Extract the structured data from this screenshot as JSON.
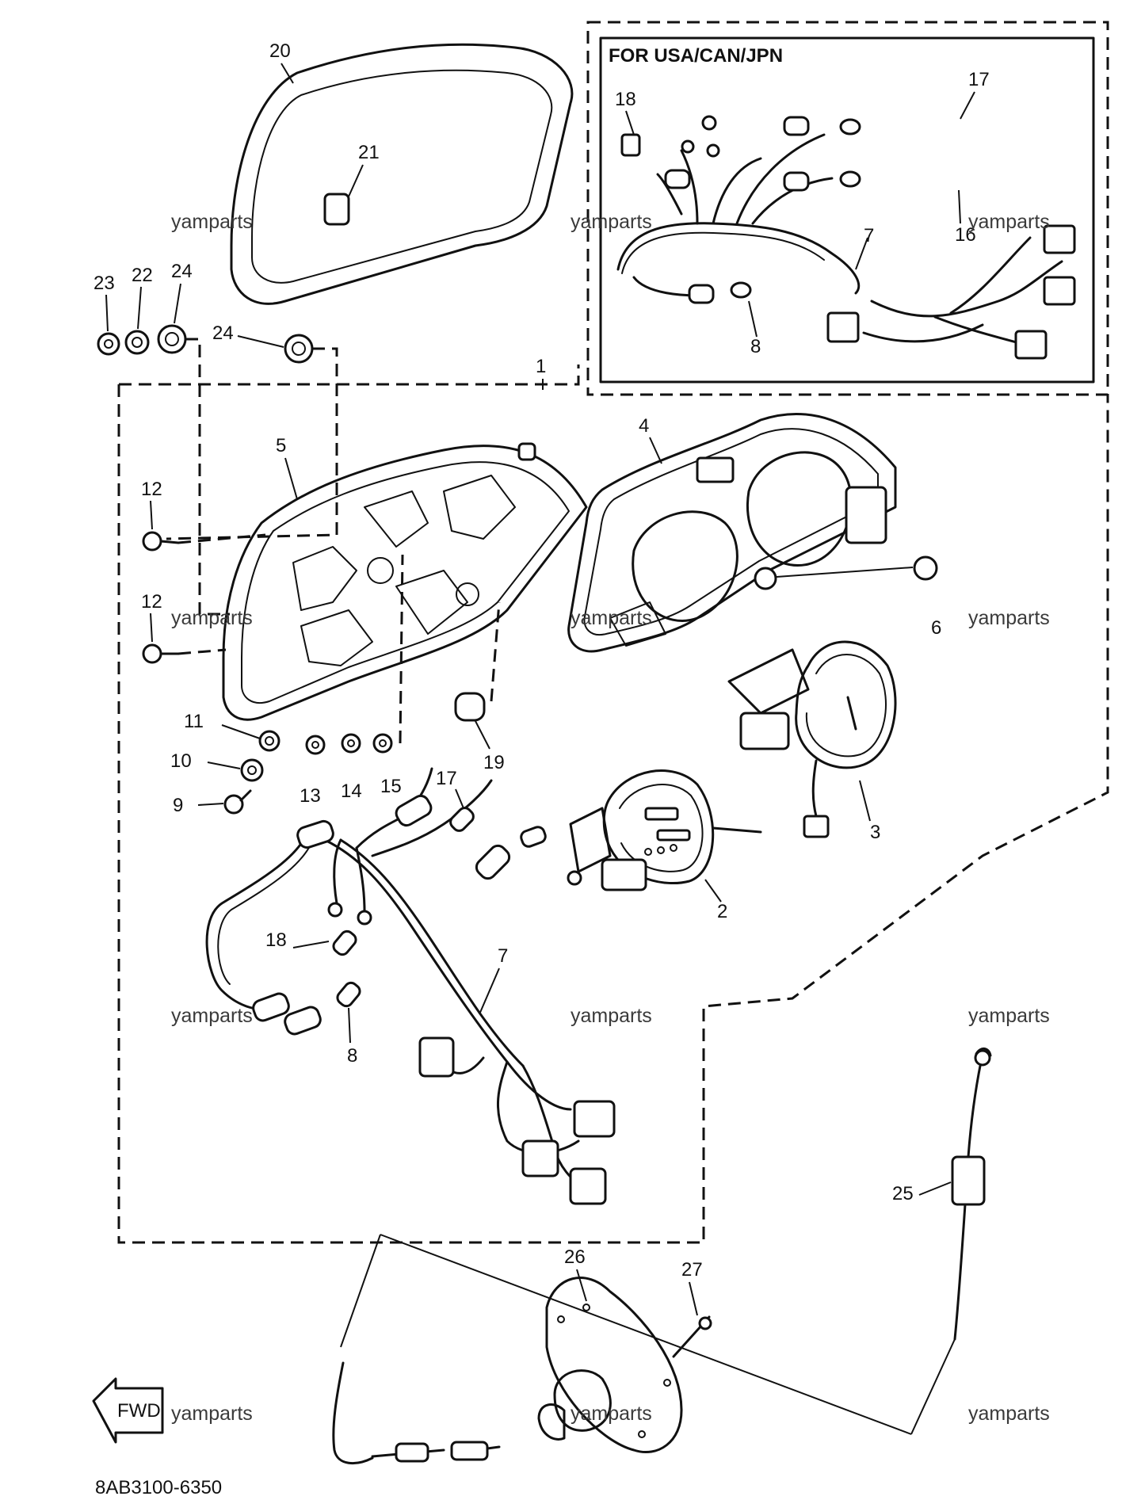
{
  "header_box": {
    "label": "FOR USA/CAN/JPN"
  },
  "part_code": "8AB3100-6350",
  "fwd_label": "FWD",
  "watermark": "yamparts",
  "callouts": {
    "c1": "1",
    "c2": "2",
    "c3": "3",
    "c4": "4",
    "c5": "5",
    "c6": "6",
    "c7a": "7",
    "c7b": "7",
    "c8a": "8",
    "c8b": "8",
    "c9": "9",
    "c10": "10",
    "c11": "11",
    "c12a": "12",
    "c12b": "12",
    "c13": "13",
    "c14": "14",
    "c15": "15",
    "c16": "16",
    "c17a": "17",
    "c17b": "17",
    "c18a": "18",
    "c18b": "18",
    "c19": "19",
    "c20": "20",
    "c21": "21",
    "c22": "22",
    "c23": "23",
    "c24a": "24",
    "c24b": "24",
    "c25": "25",
    "c26": "26",
    "c27": "27"
  }
}
